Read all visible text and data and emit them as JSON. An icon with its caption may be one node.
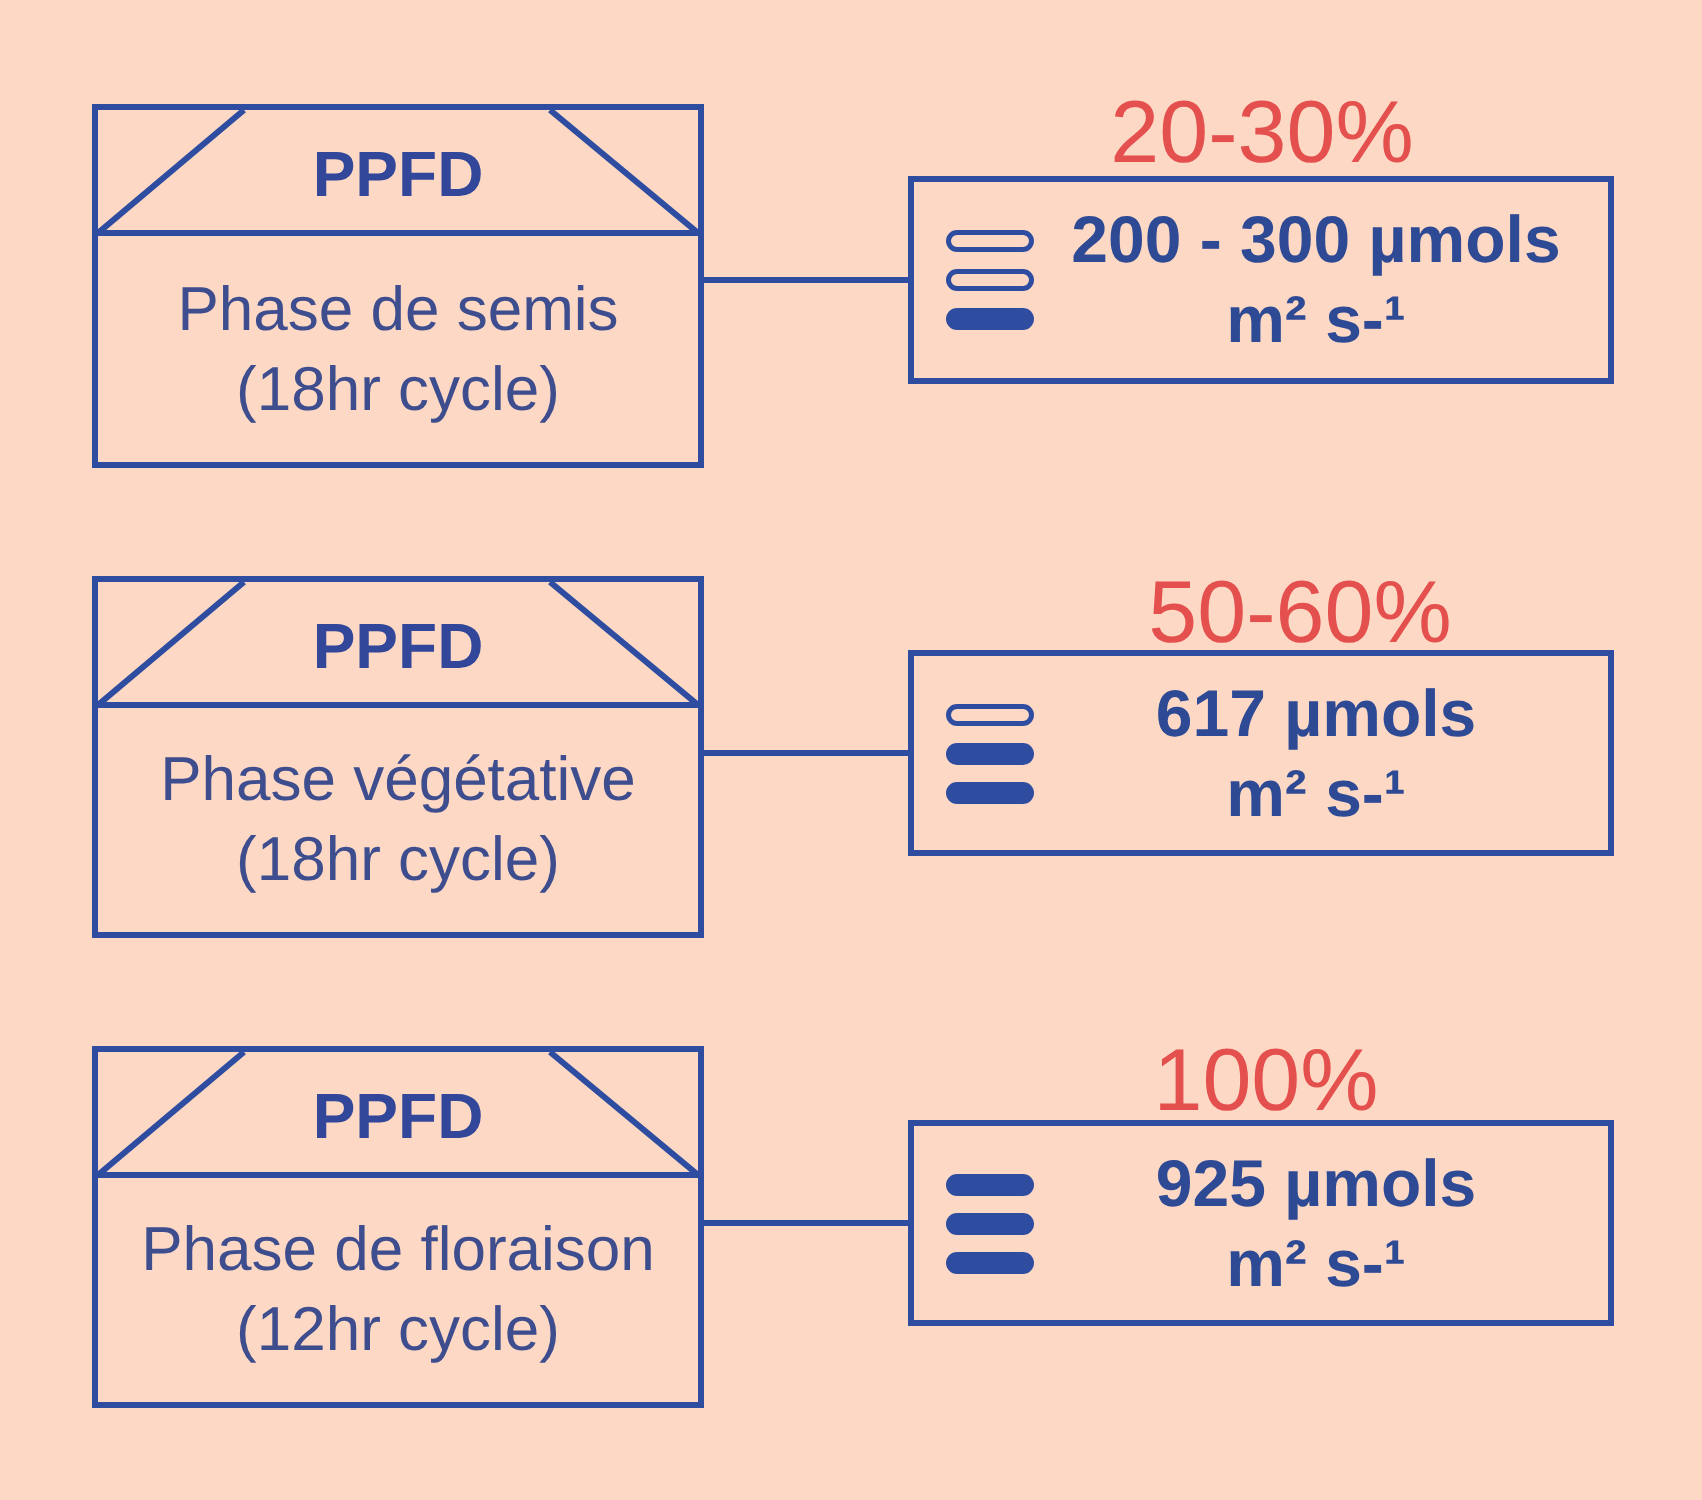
{
  "diagram": {
    "nodes": [
      {
        "text": [
          "PPFD",
          "Phase de semis (18hr cycle)"
        ]
      },
      {
        "text": [
          "200 - 300 µmols m² s-¹"
        ],
        "beside": [
          "20-30%"
        ]
      },
      {
        "text": [
          "PPFD",
          "Phase végétative (18hr cycle)"
        ]
      },
      {
        "text": [
          "617 µmols m² s-¹"
        ],
        "beside": [
          "50-60%"
        ]
      },
      {
        "text": [
          "PPFD",
          "Phase de floraison (12hr cycle)"
        ]
      },
      {
        "text": [
          "925 µmols m² s-¹"
        ],
        "beside": [
          "100%"
        ]
      }
    ],
    "edges": [
      {
        "from": 0,
        "to": 1,
        "arrow": "none"
      },
      {
        "from": 2,
        "to": 3,
        "arrow": "none"
      },
      {
        "from": 4,
        "to": 5,
        "arrow": "none"
      }
    ]
  }
}
